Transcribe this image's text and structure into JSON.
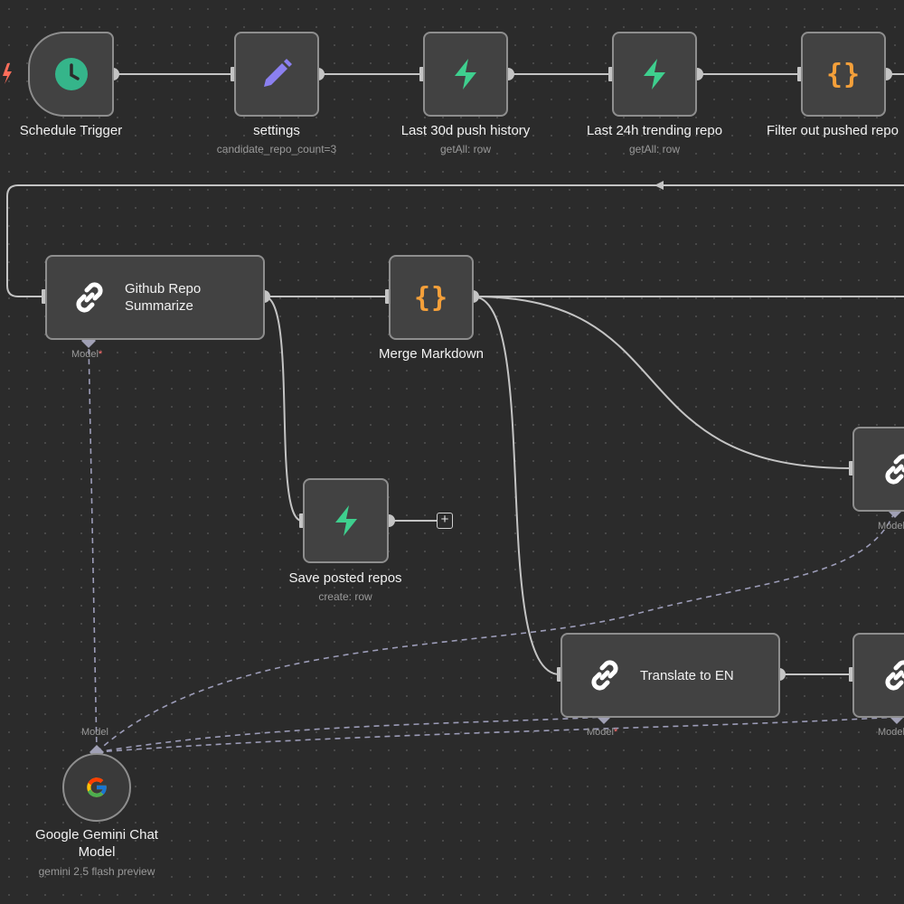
{
  "nodes": {
    "schedule_trigger": {
      "title": "Schedule Trigger"
    },
    "settings": {
      "title": "settings",
      "subtitle": "candidate_repo_count=3"
    },
    "push_history": {
      "title": "Last 30d push history",
      "subtitle": "getAll: row"
    },
    "trending_repo": {
      "title": "Last 24h trending repo",
      "subtitle": "getAll: row"
    },
    "filter_pushed": {
      "title": "Filter out pushed repo"
    },
    "github_summarize": {
      "title_line1": "Github Repo",
      "title_line2": "Summarize",
      "port_label": "Model"
    },
    "merge_markdown": {
      "title": "Merge Markdown"
    },
    "save_posted": {
      "title": "Save posted repos",
      "subtitle": "create: row"
    },
    "translate_en": {
      "title": "Translate to EN",
      "port_label": "Model"
    },
    "right_chain_top": {
      "port_label": "Model"
    },
    "right_chain_bottom": {
      "port_label": "Model"
    },
    "gemini_model": {
      "title_line1": "Google Gemini Chat",
      "title_line2": "Model",
      "subtitle": "gemini 2.5 flash preview",
      "port_label": "Model"
    }
  },
  "required_marker": "*",
  "colors": {
    "canvas_bg": "#2b2b2b",
    "node_bg": "#424242",
    "node_border": "#8e8e8e",
    "edge": "#c4c4c4",
    "ai_edge": "#9c9cb8",
    "trigger_icon": "#35b58a",
    "bolt_icon": "#3ecf8e",
    "pencil_icon": "#8b80f0",
    "braces_icon": "#f5a03a",
    "required_marker": "#ff6f6f"
  },
  "icons": {
    "schedule_trigger": "clock-icon",
    "settings": "pencil-icon",
    "push_history": "bolt-icon",
    "trending_repo": "bolt-icon",
    "filter_pushed": "braces-icon",
    "github_summarize": "chain-link-icon",
    "merge_markdown": "braces-icon",
    "save_posted": "bolt-icon",
    "translate_en": "chain-link-icon",
    "gemini_model": "google-g-icon"
  }
}
